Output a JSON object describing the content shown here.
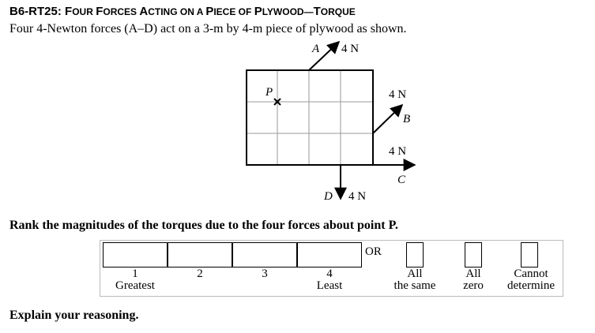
{
  "title": {
    "code": "B6-RT25: ",
    "words": [
      [
        "F",
        "OUR "
      ],
      [
        "F",
        "ORCES "
      ],
      [
        "A",
        "CTING ON A "
      ],
      [
        "P",
        "IECE OF "
      ],
      [
        "P",
        "LYWOOD—"
      ],
      [
        "T",
        "ORQUE"
      ]
    ]
  },
  "intro": "Four 4-Newton forces (A–D) act on a 3-m by 4-m piece of plywood as shown.",
  "diagram": {
    "point": "P",
    "forces": [
      {
        "label": "A",
        "magnitude": "4 N"
      },
      {
        "label": "B",
        "magnitude": "4 N"
      },
      {
        "label": "C",
        "magnitude": "4 N"
      },
      {
        "label": "D",
        "magnitude": "4 N"
      }
    ]
  },
  "prompt": "Rank the magnitudes of the torques due to the four forces about point P.",
  "answer": {
    "ranks": [
      {
        "num": "1",
        "sub": "Greatest"
      },
      {
        "num": "2",
        "sub": ""
      },
      {
        "num": "3",
        "sub": ""
      },
      {
        "num": "4",
        "sub": "Least"
      }
    ],
    "or": "OR",
    "options": [
      {
        "l1": "All",
        "l2": "the same"
      },
      {
        "l1": "All",
        "l2": "zero"
      },
      {
        "l1": "Cannot",
        "l2": "determine"
      }
    ]
  },
  "explain": "Explain your reasoning."
}
